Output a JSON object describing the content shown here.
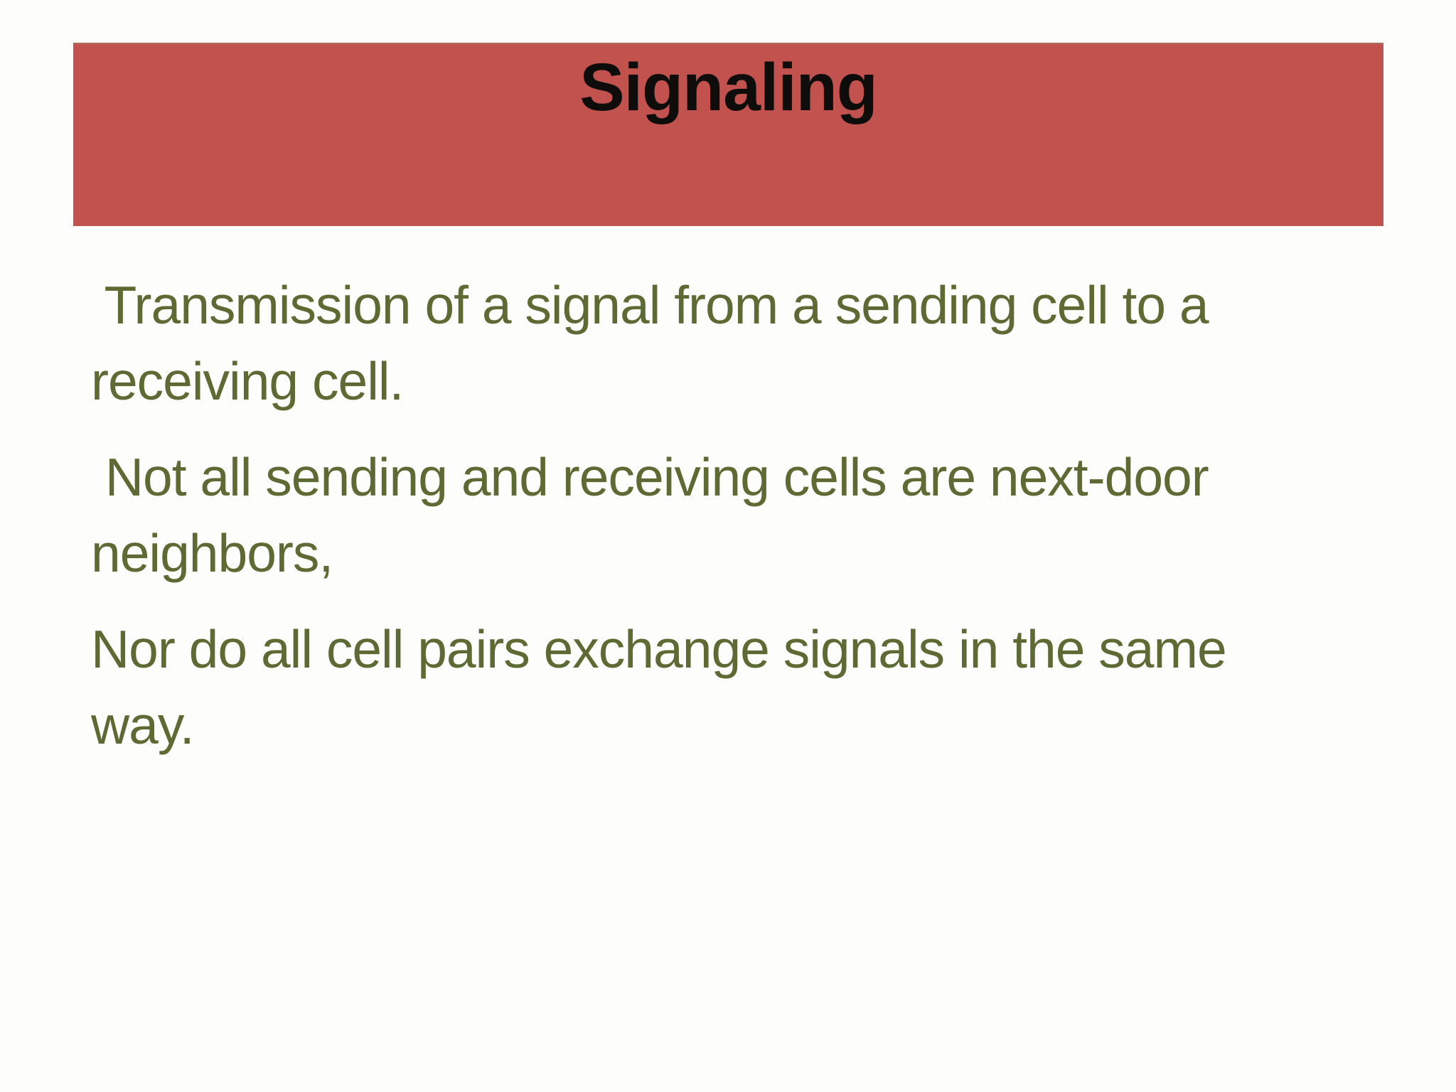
{
  "slide": {
    "title": "Signaling",
    "paragraphs": [
      {
        "lines": [
          " Transmission of a signal from a sending cell to a",
          "receiving cell."
        ]
      },
      {
        "lines": [
          " Not all sending and receiving cells are next-door",
          "neighbors,"
        ]
      },
      {
        "lines": [
          "Nor do all cell pairs exchange signals in the same",
          "way."
        ]
      }
    ],
    "colors": {
      "background": "#fdfdfc",
      "header_bg": "#c1524d",
      "header_top_edge": "#a9705c",
      "title_text": "#0e0d0c",
      "body_text": "#5e6a33"
    }
  }
}
